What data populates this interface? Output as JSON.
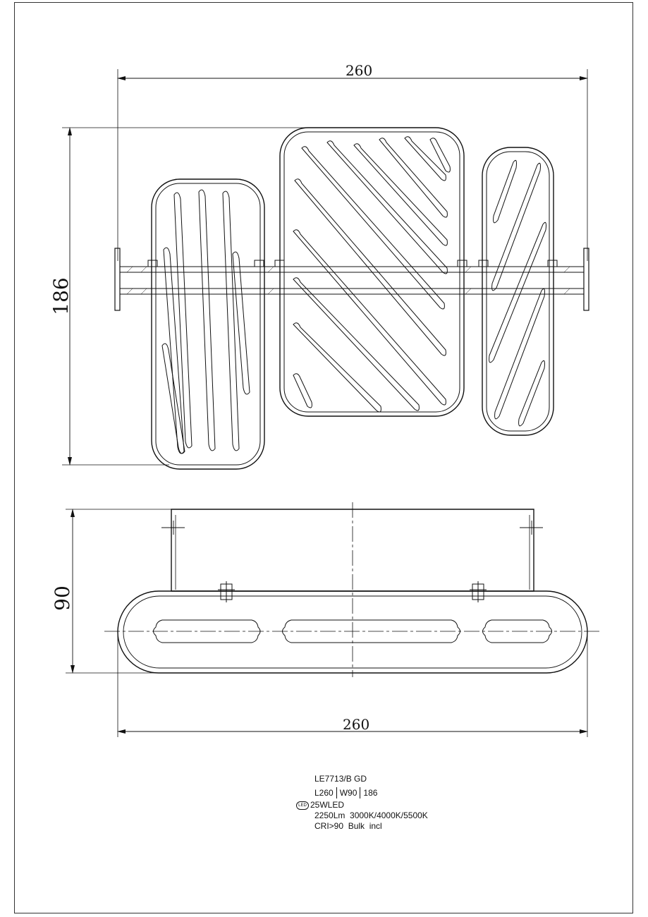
{
  "dimensions": {
    "top_width": "260",
    "height": "186",
    "depth": "90",
    "bottom_width": "260"
  },
  "spec": {
    "model": "LE7713/B GD",
    "length": "L260",
    "width": "W90",
    "height": "186",
    "led_badge": "LED",
    "power": "25WLED",
    "lumen_cct": "2250Lm  3000K/4000K/5500K",
    "cri_bulb": "CRI>90  Bulk  incl"
  }
}
